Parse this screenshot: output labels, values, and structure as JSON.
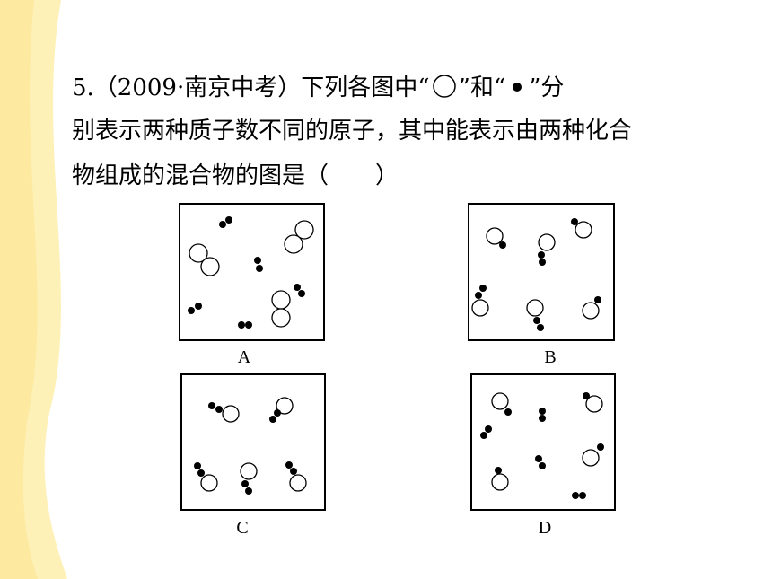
{
  "question": {
    "line1_pre": "5.（2009·南京中考）下列各图中“",
    "line1_mid": "”和“",
    "line1_post": "”分",
    "line2": "别表示两种质子数不同的原子，其中能表示由两种化合",
    "line3": "物组成的混合物的图是（　　）",
    "symbols": [
      "hollow-circle-atom-icon",
      "solid-dot-atom-icon"
    ]
  },
  "options": [
    {
      "label": "A"
    },
    {
      "label": "B"
    },
    {
      "label": "C"
    },
    {
      "label": "D"
    }
  ],
  "colors": {
    "background": "#ffffff",
    "stripe": "#fdf1b8",
    "text": "#000000"
  }
}
